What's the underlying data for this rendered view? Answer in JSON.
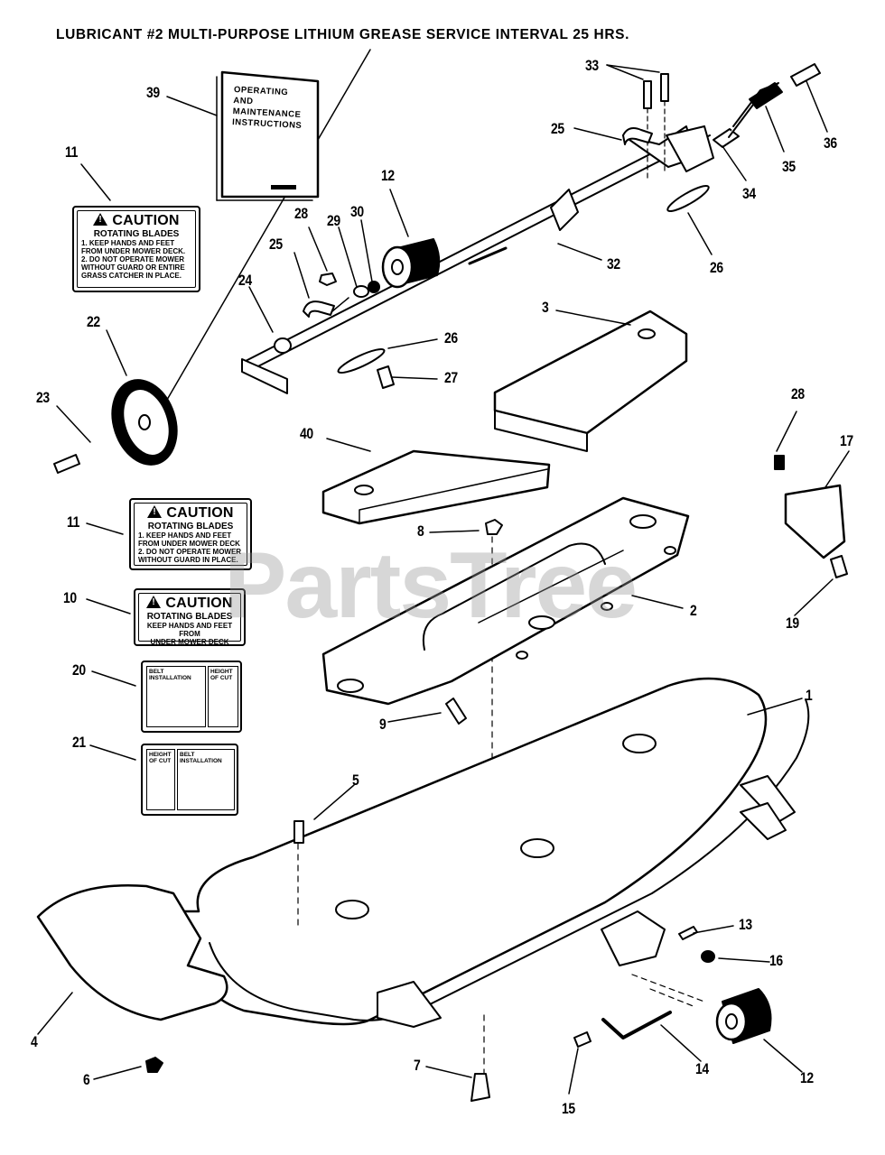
{
  "header": "LUBRICANT #2 MULTI-PURPOSE LITHIUM GREASE SERVICE INTERVAL 25 HRS.",
  "watermark": "PartsTree",
  "manual": {
    "line1": "OPERATING",
    "line2": "AND",
    "line3": "MAINTENANCE",
    "line4": "INSTRUCTIONS"
  },
  "decal_11_top": {
    "title": "CAUTION",
    "subtitle": "ROTATING BLADES",
    "lines": [
      "1. KEEP HANDS AND FEET",
      "FROM UNDER MOWER DECK.",
      "2. DO NOT OPERATE MOWER",
      "WITHOUT GUARD OR ENTIRE",
      "GRASS CATCHER IN PLACE."
    ]
  },
  "decal_11_mid": {
    "title": "CAUTION",
    "subtitle": "ROTATING BLADES",
    "lines": [
      "1. KEEP HANDS AND FEET",
      "FROM UNDER MOWER DECK",
      "2. DO NOT OPERATE MOWER",
      "WITHOUT GUARD IN PLACE."
    ]
  },
  "decal_10": {
    "title": "CAUTION",
    "subtitle": "ROTATING BLADES",
    "lines": [
      "KEEP HANDS AND FEET FROM",
      "UNDER MOWER DECK"
    ]
  },
  "decal_20": {
    "left": "BELT INSTALLATION",
    "right": "HEIGHT OF CUT"
  },
  "decal_21": {
    "left": "HEIGHT OF CUT",
    "right": "BELT INSTALLATION"
  },
  "callouts": {
    "n39": "39",
    "n11a": "11",
    "n28a": "28",
    "n29": "29",
    "n30": "30",
    "n12a": "12",
    "n33": "33",
    "n25a": "25",
    "n34": "34",
    "n35": "35",
    "n36": "36",
    "n25b": "25",
    "n24": "24",
    "n22": "22",
    "n23": "23",
    "n32": "32",
    "n26a": "26",
    "n26b": "26",
    "n27": "27",
    "n3": "3",
    "n40": "40",
    "n28b": "28",
    "n17": "17",
    "n11b": "11",
    "n8": "8",
    "n10": "10",
    "n2": "2",
    "n19": "19",
    "n20": "20",
    "n9": "9",
    "n1": "1",
    "n21": "21",
    "n5": "5",
    "n13": "13",
    "n16": "16",
    "n4": "4",
    "n6": "6",
    "n7": "7",
    "n14": "14",
    "n15": "15",
    "n12b": "12"
  }
}
